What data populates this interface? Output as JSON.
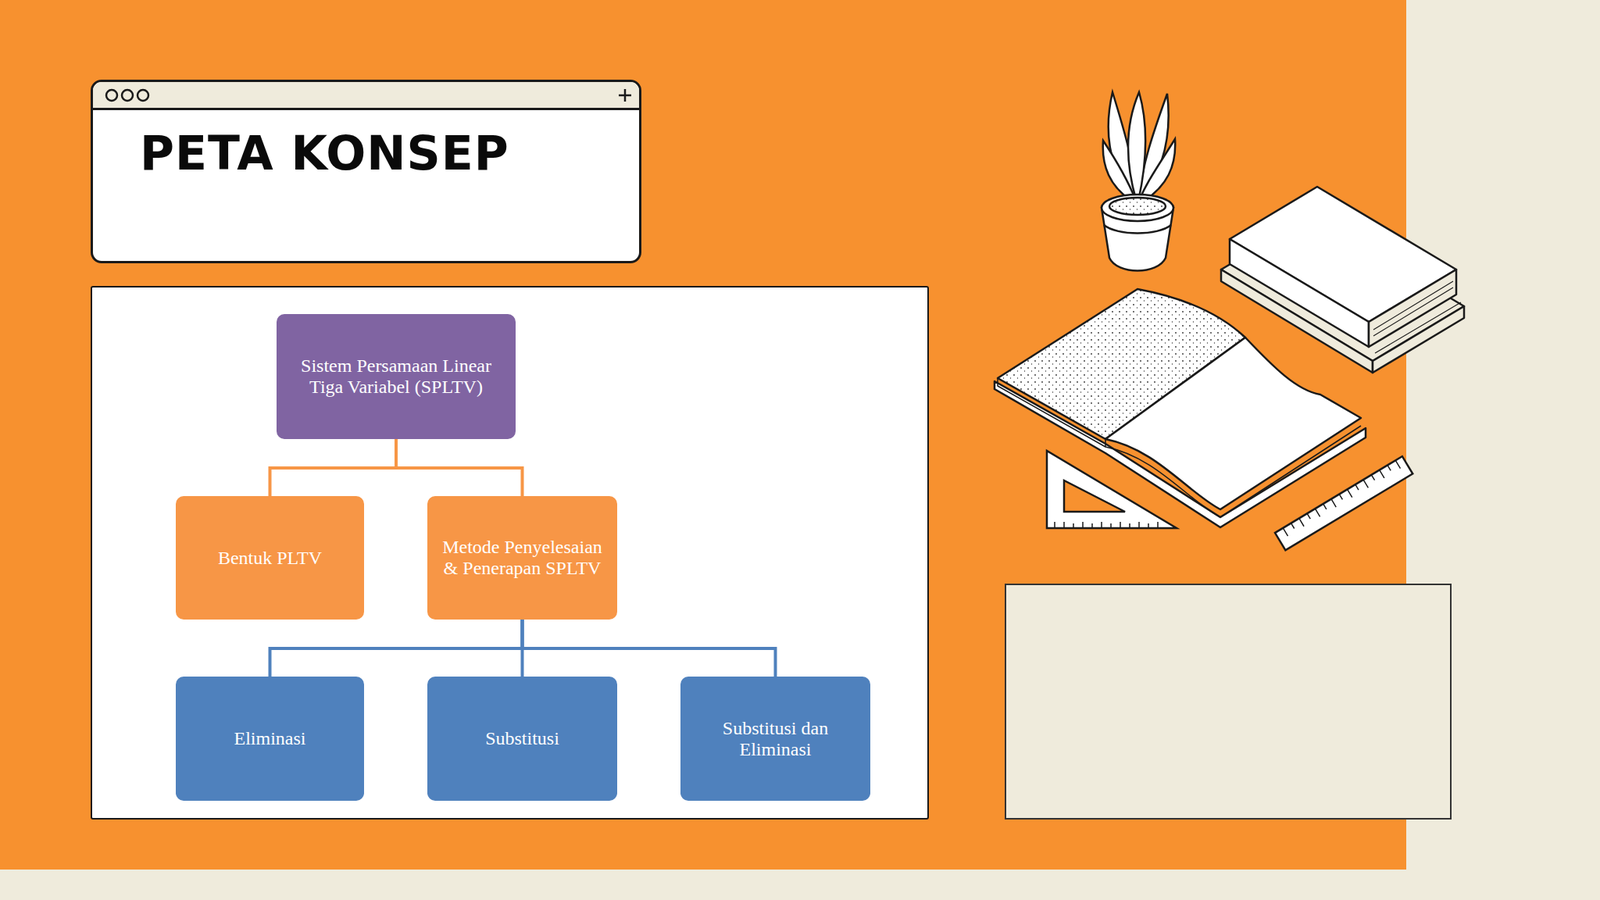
{
  "diagram": {
    "title": "PETA KONSEP",
    "nodes": [
      {
        "text": [
          "Sistem Persamaan Linear Tiga Variabel (SPLTV)"
        ]
      },
      {
        "text": [
          "Bentuk PLTV"
        ]
      },
      {
        "text": [
          "Metode Penyelesaian & Penerapan SPLTV"
        ]
      },
      {
        "text": [
          "Eliminasi"
        ]
      },
      {
        "text": [
          "Substitusi"
        ]
      },
      {
        "text": [
          "Substitusi dan Eliminasi"
        ]
      }
    ],
    "edges": [
      {
        "from": 0,
        "to": 1,
        "arrow": "none"
      },
      {
        "from": 0,
        "to": 2,
        "arrow": "none"
      },
      {
        "from": 2,
        "to": 3,
        "arrow": "none"
      },
      {
        "from": 2,
        "to": 4,
        "arrow": "none"
      },
      {
        "from": 2,
        "to": 5,
        "arrow": "none"
      }
    ]
  }
}
